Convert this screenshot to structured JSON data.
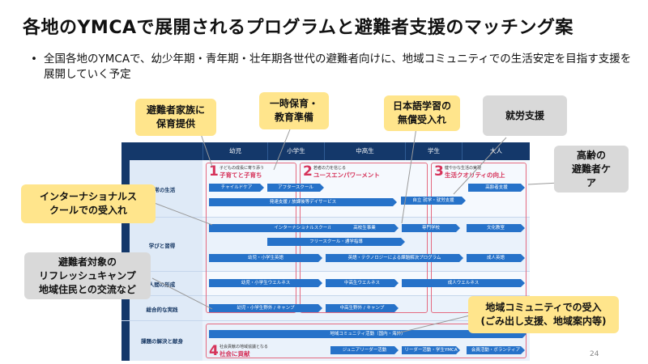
{
  "title": "各地のYMCAで展開されるプログラムと避難者支援のマッチング案",
  "bullet": {
    "symbol": "•",
    "text": "全国各地のYMCAで、幼少年期・青年期・壮年期各世代の避難者向けに、地域コミュニティでの生活安定を目指す支援を展開していく予定"
  },
  "grid": {
    "columns": [
      "幼児",
      "小学生",
      "中高生",
      "学生",
      "大人"
    ],
    "rows": [
      "日常の生活",
      "学びと習得",
      "人間の形成",
      "総合的な実践",
      "課題の解決と献身"
    ],
    "phases": [
      {
        "num": "1",
        "small": "子どもの成長に寄り添う",
        "big": "子育てと子育ち"
      },
      {
        "num": "2",
        "small": "若者の力を信じる",
        "big": "ユースエンパワーメント"
      },
      {
        "num": "3",
        "small": "健やかな生活の実現",
        "big": "生活クオリティの向上"
      },
      {
        "num": "4",
        "small": "社会貢献の地域協議となる",
        "big": "社会に貢献"
      }
    ],
    "bars": [
      "チャイルドケア",
      "アフタースクール",
      "自立 就学・就労支援",
      "高齢者支援",
      "発達支援 / 放課後等デイサービス",
      "インターナショナルスクール",
      "高校生事業",
      "専門学校",
      "文化教室",
      "フリースクール・通学指導",
      "幼児・小学生英語",
      "英語・テクノロジーによる課題解決プログラム",
      "成人英語",
      "幼児・小学生ウエルネス",
      "中高生ウエルネス",
      "成人ウエルネス",
      "幼児・小学生野外 / キャンプ",
      "中高生野外 / キャンプ",
      "地域コミュニティ活動（国内・海外）",
      "ジュニアリーダー活動",
      "リーダー活動・学生YMCA",
      "会員活動・ボランティア"
    ]
  },
  "callouts": {
    "c1": "避難者家族に\n保育提供",
    "c2": "一時保育・\n教育準備",
    "c3": "日本語学習の\n無償受入れ",
    "c4": "就労支援",
    "c5": "高齢の\n避難者ケ\nア",
    "c6": "インターナショナルス\nクールでの受入れ",
    "c7": "避難者対象の\nリフレッシュキャンプ\n地域住民との交流など",
    "c8": "地域コミュニティでの受入\n(ごみ出し支援、地域案内等)"
  },
  "page_number": "24",
  "colors": {
    "yellow": "#ffe58c",
    "grey": "#d9d9d9",
    "navy": "#14386a",
    "bar": "#2672c9",
    "accent": "#d6335a"
  }
}
